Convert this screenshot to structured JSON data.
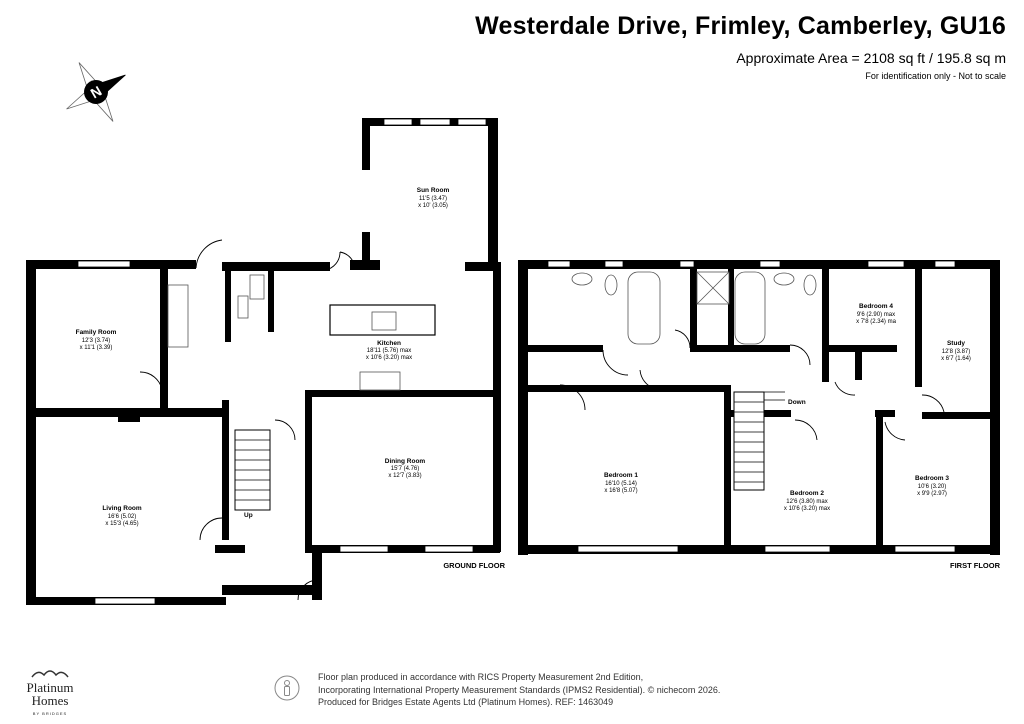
{
  "header": {
    "title": "Westerdale Drive, Frimley, Camberley, GU16",
    "area": "Approximate Area = 2108 sq ft / 195.8 sq m",
    "disclaimer": "For identification only - Not to scale"
  },
  "compass": {
    "letter": "N"
  },
  "ground_floor": {
    "label": "GROUND FLOOR",
    "rooms": [
      {
        "name": "Sun Room",
        "dim1": "11'5 (3.47)",
        "dim2": "x 10' (3.05)"
      },
      {
        "name": "Family Room",
        "dim1": "12'3 (3.74)",
        "dim2": "x 11'1 (3.39)"
      },
      {
        "name": "Kitchen",
        "dim1": "18'11 (5.76) max",
        "dim2": "x 10'6 (3.20) max"
      },
      {
        "name": "Dining Room",
        "dim1": "15'7 (4.76)",
        "dim2": "x 12'7 (3.83)"
      },
      {
        "name": "Living Room",
        "dim1": "16'6 (5.02)",
        "dim2": "x 15'3 (4.65)"
      }
    ],
    "stairs_label": "Up"
  },
  "first_floor": {
    "label": "FIRST FLOOR",
    "rooms": [
      {
        "name": "Bedroom 4",
        "dim1": "9'6 (2.90) max",
        "dim2": "x 7'8 (2.34) ma"
      },
      {
        "name": "Study",
        "dim1": "12'8 (3.87)",
        "dim2": "x 6'7 (1.64)"
      },
      {
        "name": "Bedroom 1",
        "dim1": "16'10 (5.14)",
        "dim2": "x 16'8 (5.07)"
      },
      {
        "name": "Bedroom 2",
        "dim1": "12'6 (3.80) max",
        "dim2": "x 10'6 (3.20) max"
      },
      {
        "name": "Bedroom 3",
        "dim1": "10'6 (3.20)",
        "dim2": "x 9'9 (2.97)"
      }
    ],
    "stairs_label": "Down"
  },
  "footer": {
    "line1": "Floor plan produced in accordance with RICS Property Measurement 2nd Edition,",
    "line2": "Incorporating International Property Measurement Standards (IPMS2 Residential).  © nichecom 2026.",
    "line3": "Produced for Bridges Estate Agents Ltd (Platinum Homes).   REF: 1463049"
  },
  "brand": {
    "line1": "Platinum",
    "line2": "Homes",
    "line3": "BY BRIDGES"
  },
  "colors": {
    "wall": "#000000",
    "fixture": "#555555",
    "background": "#ffffff"
  }
}
